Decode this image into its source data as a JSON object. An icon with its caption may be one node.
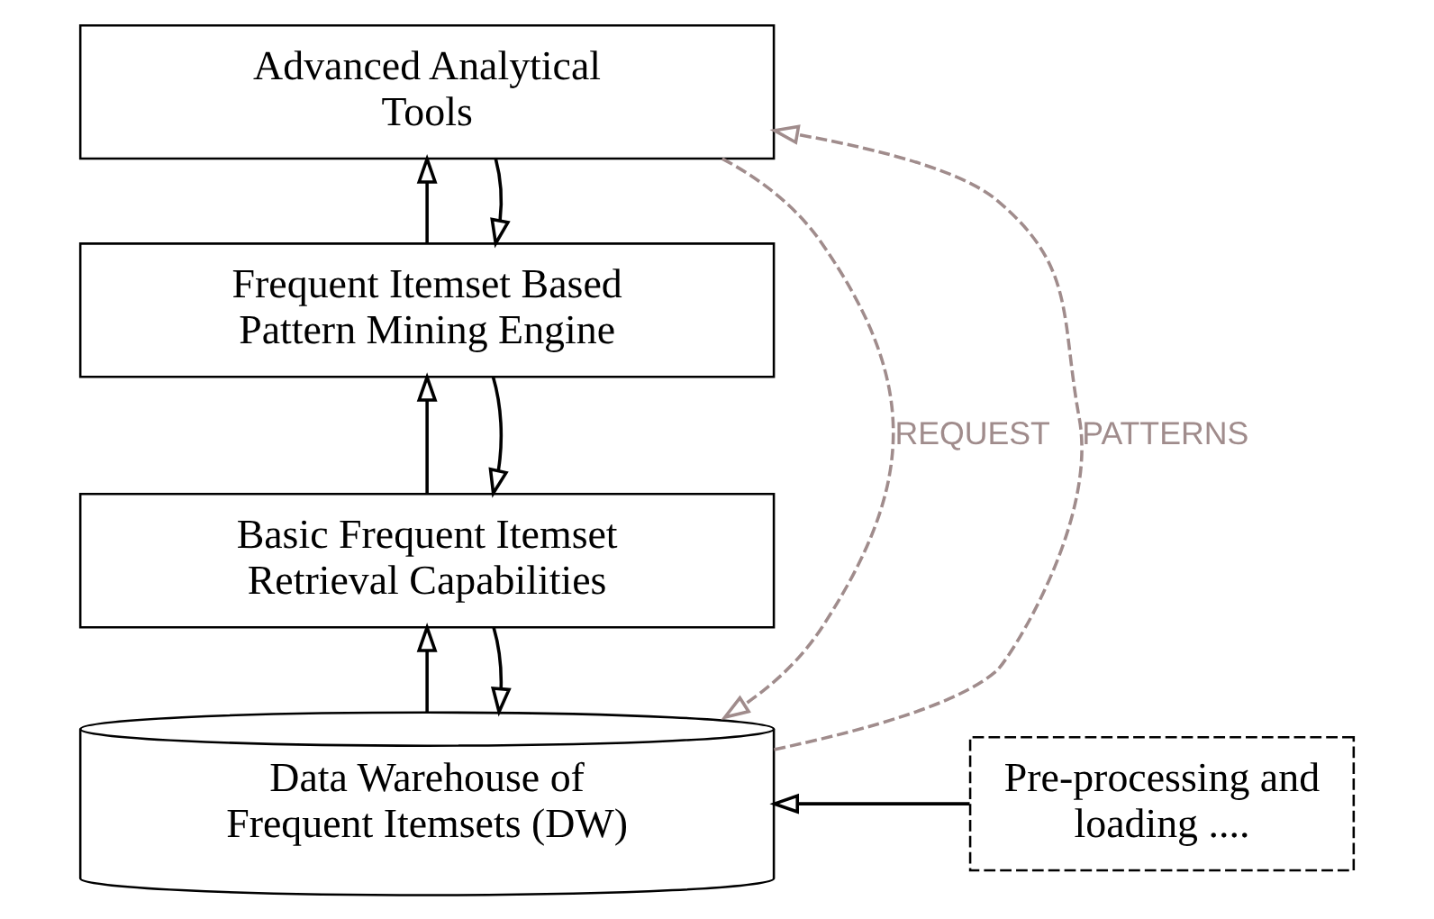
{
  "diagram": {
    "nodes": [
      {
        "text": [
          "Advanced Analytical Tools"
        ]
      },
      {
        "text": [
          "Frequent Itemset Based Pattern Mining Engine"
        ]
      },
      {
        "text": [
          "Basic Frequent Itemset Retrieval Capabilities"
        ]
      },
      {
        "text": [
          "Data Warehouse of Frequent Itemsets (DW)"
        ]
      },
      {
        "text": [
          "Pre-processing and loading ...."
        ]
      }
    ],
    "edges": [
      {
        "from": 3,
        "to": 0,
        "arrow": "to",
        "label": "PATTERNS",
        "style": "dashed",
        "color": "#a08c8c"
      },
      {
        "from": 0,
        "to": 3,
        "arrow": "to",
        "label": "REQUEST",
        "style": "dashed",
        "color": "#a08c8c"
      },
      {
        "from": 1,
        "to": 0,
        "arrow": "to"
      },
      {
        "from": 0,
        "to": 1,
        "arrow": "to"
      },
      {
        "from": 2,
        "to": 1,
        "arrow": "to"
      },
      {
        "from": 1,
        "to": 2,
        "arrow": "to"
      },
      {
        "from": 3,
        "to": 2,
        "arrow": "to"
      },
      {
        "from": 2,
        "to": 3,
        "arrow": "to"
      },
      {
        "from": 4,
        "to": 3,
        "arrow": "to"
      }
    ]
  }
}
